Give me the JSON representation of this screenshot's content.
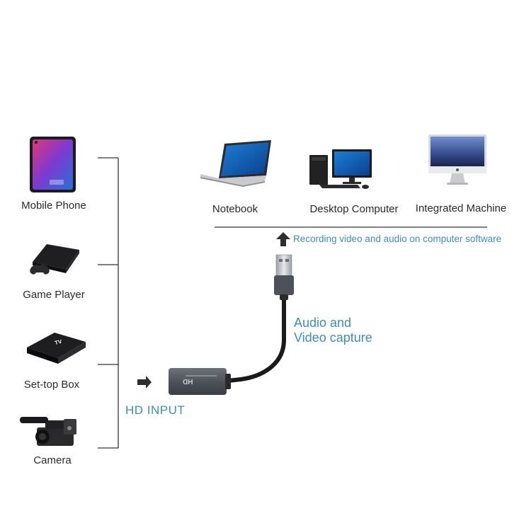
{
  "sources": [
    {
      "label": "Mobile Phone",
      "icon": "mobile-phone-icon"
    },
    {
      "label": "Game Player",
      "icon": "game-console-icon"
    },
    {
      "label": "Set-top Box",
      "icon": "set-top-box-icon"
    },
    {
      "label": "Camera",
      "icon": "video-camera-icon"
    }
  ],
  "destinations": [
    {
      "label": "Notebook",
      "icon": "laptop-icon"
    },
    {
      "label": "Desktop Computer",
      "icon": "desktop-computer-icon"
    },
    {
      "label": "Integrated Machine",
      "icon": "all-in-one-computer-icon"
    }
  ],
  "hd_input_label": "HD INPUT",
  "capture_label_line1": "Audio and",
  "capture_label_line2": "Video capture",
  "recording_label": "Recording video and audio on computer software",
  "device_print": "HD",
  "accent_color": "#3d8fb5"
}
